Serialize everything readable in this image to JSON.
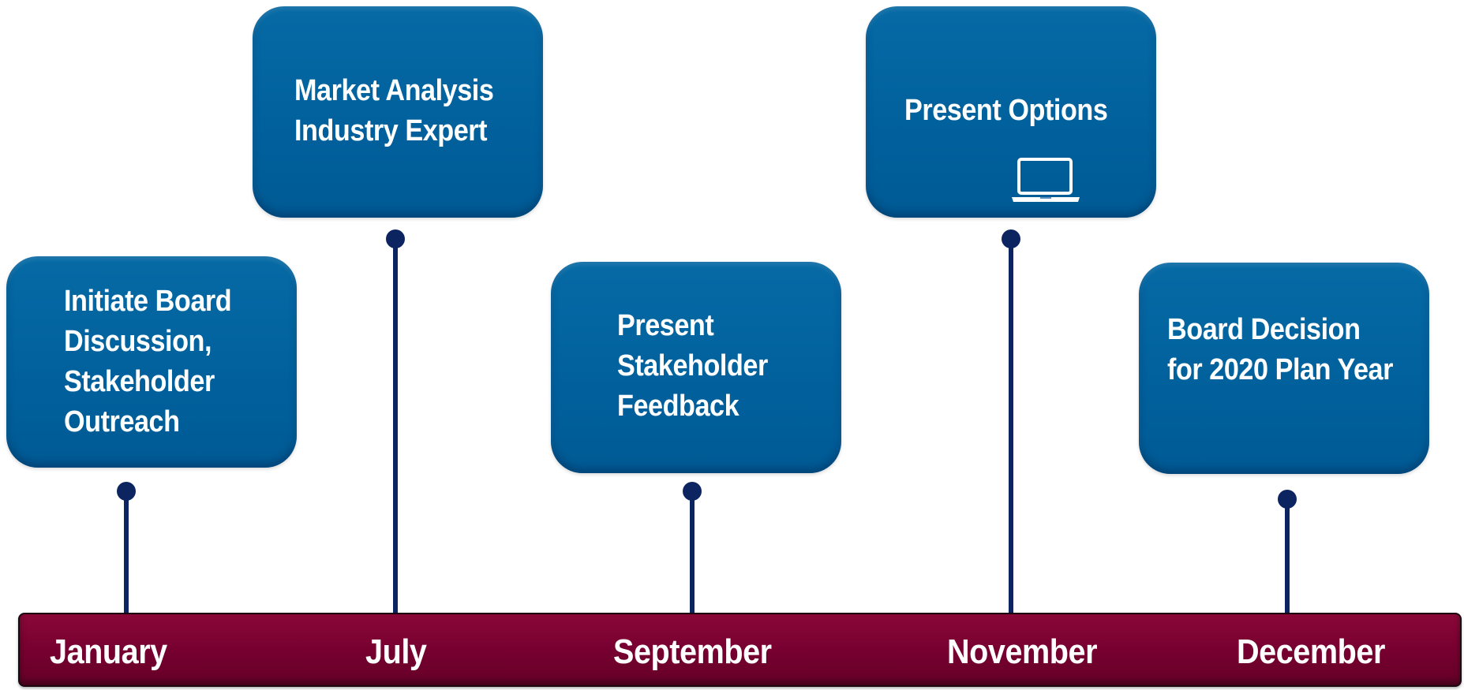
{
  "milestones": [
    {
      "month": "January",
      "lines": [
        "Initiate Board",
        "Discussion,",
        "Stakeholder",
        "Outreach"
      ]
    },
    {
      "month": "July",
      "lines": [
        "Market Analysis",
        "Industry Expert"
      ]
    },
    {
      "month": "September",
      "lines": [
        "Present",
        "Stakeholder",
        "Feedback"
      ]
    },
    {
      "month": "November",
      "lines": [
        "Present Options"
      ],
      "icon": "laptop-icon"
    },
    {
      "month": "December",
      "lines": [
        "Board Decision",
        "for 2020 Plan Year"
      ]
    }
  ],
  "colors": {
    "card": "#01619d",
    "connector": "#0c2560",
    "band": "#770030",
    "text": "#ffffff"
  }
}
